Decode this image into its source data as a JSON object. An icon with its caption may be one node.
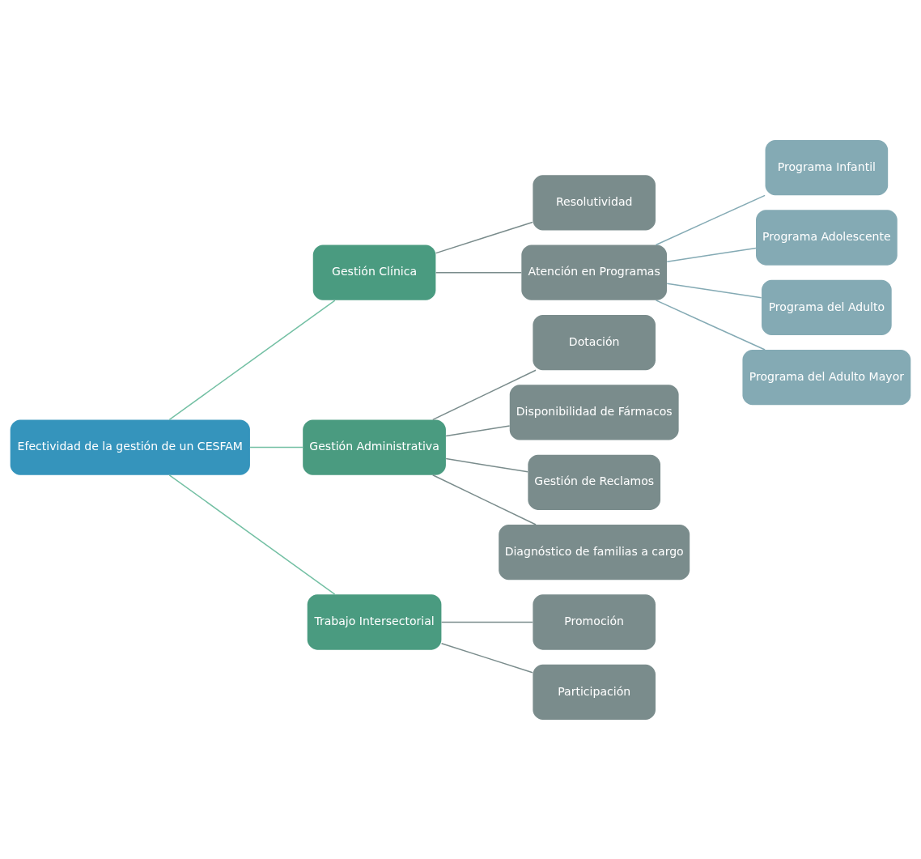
{
  "diagram": {
    "nodes": [
      {
        "text": [
          "Efectividad de la gestión de un CESFAM"
        ]
      },
      {
        "text": [
          "Gestión Clínica"
        ]
      },
      {
        "text": [
          "Resolutividad"
        ]
      },
      {
        "text": [
          "Atención en Programas"
        ]
      },
      {
        "text": [
          "Programa Infantil"
        ]
      },
      {
        "text": [
          "Programa Adolescente"
        ]
      },
      {
        "text": [
          "Programa del Adulto"
        ]
      },
      {
        "text": [
          "Programa del Adulto Mayor"
        ]
      },
      {
        "text": [
          "Gestión Administrativa"
        ]
      },
      {
        "text": [
          "Dotación"
        ]
      },
      {
        "text": [
          "Disponibilidad de Fármacos"
        ]
      },
      {
        "text": [
          "Gestión de Reclamos"
        ]
      },
      {
        "text": [
          "Diagnóstico de familias a cargo"
        ]
      },
      {
        "text": [
          "Trabajo Intersectorial"
        ]
      },
      {
        "text": [
          "Promoción"
        ]
      },
      {
        "text": [
          "Participación"
        ]
      }
    ],
    "edges": [
      {
        "from": 0,
        "to": 1,
        "arrow": "none",
        "color": "#74c0a4"
      },
      {
        "from": 0,
        "to": 8,
        "arrow": "none",
        "color": "#74c0a4"
      },
      {
        "from": 0,
        "to": 13,
        "arrow": "none",
        "color": "#74c0a4"
      },
      {
        "from": 1,
        "to": 2,
        "arrow": "none"
      },
      {
        "from": 1,
        "to": 3,
        "arrow": "none"
      },
      {
        "from": 3,
        "to": 4,
        "arrow": "none",
        "color": "#84aab4"
      },
      {
        "from": 3,
        "to": 5,
        "arrow": "none",
        "color": "#84aab4"
      },
      {
        "from": 3,
        "to": 6,
        "arrow": "none",
        "color": "#84aab4"
      },
      {
        "from": 3,
        "to": 7,
        "arrow": "none",
        "color": "#84aab4"
      },
      {
        "from": 8,
        "to": 9,
        "arrow": "none"
      },
      {
        "from": 8,
        "to": 10,
        "arrow": "none"
      },
      {
        "from": 8,
        "to": 11,
        "arrow": "none"
      },
      {
        "from": 8,
        "to": 12,
        "arrow": "none"
      },
      {
        "from": 13,
        "to": 14,
        "arrow": "none"
      },
      {
        "from": 13,
        "to": 15,
        "arrow": "none"
      }
    ]
  }
}
